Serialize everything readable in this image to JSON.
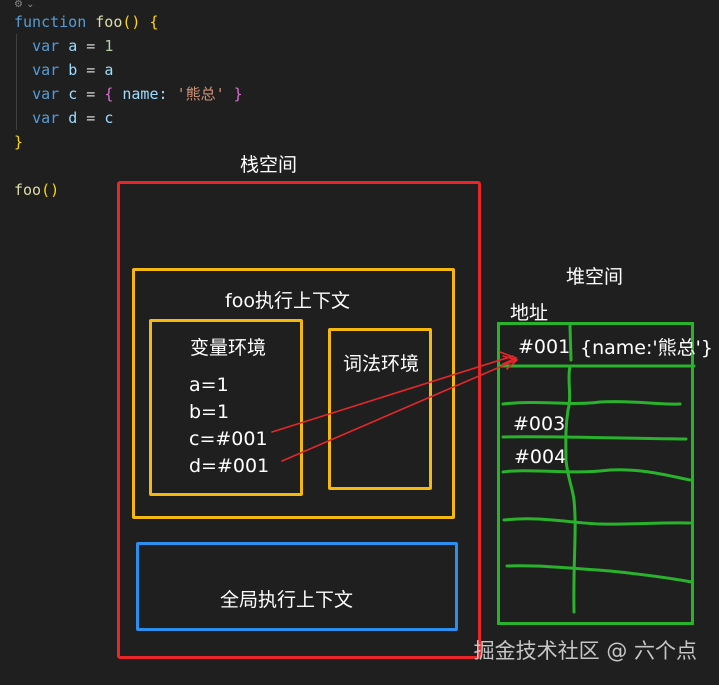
{
  "code": {
    "line1": {
      "kw": "function",
      "name": "foo",
      "paren": "()",
      "brace": "{"
    },
    "line2": {
      "kw": "var",
      "name": "a",
      "eq": "=",
      "val": "1"
    },
    "line3": {
      "kw": "var",
      "name": "b",
      "eq": "=",
      "val": "a"
    },
    "line4": {
      "kw": "var",
      "name": "c",
      "eq": "=",
      "open": "{",
      "key": "name:",
      "str": "'熊总'",
      "close": "}"
    },
    "line5": {
      "kw": "var",
      "name": "d",
      "eq": "=",
      "val": "c"
    },
    "line6": {
      "brace": "}"
    },
    "line8": {
      "name": "foo",
      "paren": "()"
    }
  },
  "diagram": {
    "stack_title": "栈空间",
    "heap_title": "堆空间",
    "address_label": "地址",
    "foo_context": "foo执行上下文",
    "variable_env": "变量环境",
    "lexical_env": "词法环境",
    "vars": [
      "a=1",
      "b=1",
      "c=#001",
      "d=#001"
    ],
    "global_context": "全局执行上下文",
    "heap_rows": [
      {
        "addr": "#001",
        "value": "{name:'熊总'}"
      },
      {
        "addr": "#003",
        "value": ""
      },
      {
        "addr": "#004",
        "value": ""
      }
    ]
  },
  "colors": {
    "stack_border": "#e8262a",
    "context_border": "#f5b80f",
    "global_border": "#2b8ff0",
    "heap_border": "#29b22c",
    "arrow": "#e8262a"
  },
  "watermark": "掘金技术社区 @ 六个点"
}
